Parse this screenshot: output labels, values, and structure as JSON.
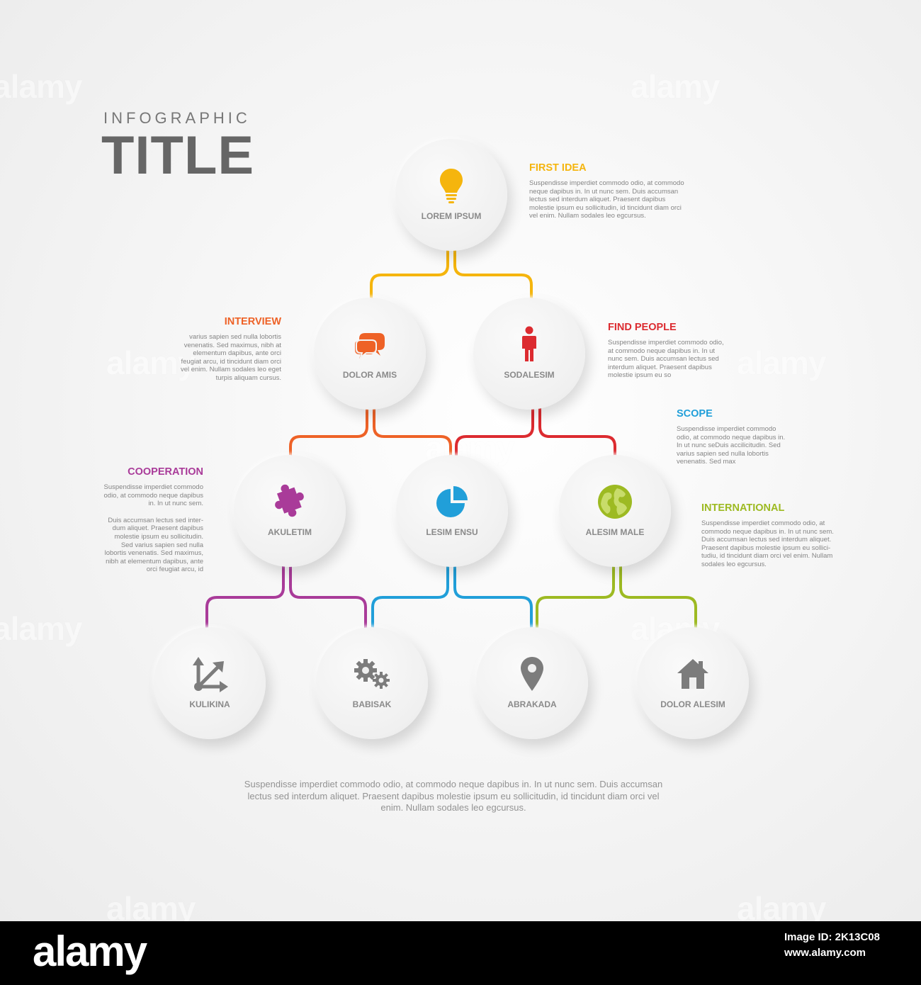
{
  "header": {
    "subtitle": "INFOGRAPHIC",
    "title": "TITLE"
  },
  "colors": {
    "yellow": "#f5b50d",
    "orange": "#ee6227",
    "red": "#dc2b30",
    "magenta": "#a93b99",
    "blue": "#219fd9",
    "green": "#9dba22",
    "gray_icon": "#7c7c7c"
  },
  "nodes": [
    {
      "label": "LOREM IPSUM",
      "icon": "lightbulb-icon"
    },
    {
      "label": "DOLOR AMIS",
      "icon": "chat-bubbles-icon"
    },
    {
      "label": "SODALESIM",
      "icon": "person-icon"
    },
    {
      "label": "AKULETIM",
      "icon": "puzzle-piece-icon"
    },
    {
      "label": "LESIM ENSU",
      "icon": "pie-chart-icon"
    },
    {
      "label": "ALESIM MALE",
      "icon": "globe-icon"
    },
    {
      "label": "KULIKINA",
      "icon": "arrows-diverge-icon"
    },
    {
      "label": "BABISAK",
      "icon": "gears-icon"
    },
    {
      "label": "ABRAKADA",
      "icon": "map-pin-icon"
    },
    {
      "label": "DOLOR ALESIM",
      "icon": "house-icon"
    }
  ],
  "blocks": {
    "first_idea": {
      "heading": "FIRST IDEA",
      "lines": [
        "Suspendisse imperdiet commodo odio, at commodo",
        "neque dapibus in. In ut nunc sem. Duis accumsan",
        "lectus sed interdum aliquet. Praesent dapibus",
        "molestie ipsum eu sollicitudin, id tincidunt diam orci",
        "vel enim. Nullam sodales leo egcursus."
      ]
    },
    "interview": {
      "heading": "INTERVIEW",
      "lines": [
        "varius sapien sed nulla lobortis",
        "venenatis. Sed maximus, nibh at",
        "elementum dapibus, ante orci",
        "feugiat arcu, id tincidunt diam orci",
        "vel enim. Nullam sodales leo eget",
        "turpis aliquam cursus."
      ]
    },
    "find_people": {
      "heading": "FIND PEOPLE",
      "lines": [
        "Suspendisse imperdiet commodo odio,",
        "at commodo neque dapibus in. In ut",
        "nunc sem. Duis accumsan lectus sed",
        "interdum aliquet. Praesent dapibus",
        "molestie ipsum eu so"
      ]
    },
    "scope": {
      "heading": "SCOPE",
      "lines": [
        "Suspendisse imperdiet commodo",
        "odio, at commodo neque dapibus in.",
        "In ut nunc seDuis accilicitudin. Sed",
        "varius sapien sed nulla lobortis",
        "venenatis. Sed max"
      ]
    },
    "cooperation": {
      "heading": "COOPERATION",
      "lines": [
        "Suspendisse imperdiet commodo",
        "odio, at commodo neque dapibus",
        "in. In ut nunc sem."
      ],
      "lines2": [
        "Duis accumsan lectus sed inter-",
        "dum aliquet. Praesent dapibus",
        "molestie ipsum eu sollicitudin.",
        "Sed varius sapien sed nulla",
        "lobortis venenatis. Sed maximus,",
        "nibh at elementum dapibus, ante",
        "orci feugiat arcu, id"
      ]
    },
    "international": {
      "heading": "INTERNATIONAL",
      "lines": [
        "Suspendisse imperdiet commodo odio, at",
        "commodo neque dapibus in. In ut nunc sem.",
        "Duis accumsan lectus sed interdum aliquet.",
        "Praesent dapibus molestie ipsum eu sollici-",
        "tudiu, id tincidunt diam orci vel enim. Nullam",
        "sodales leo egcursus."
      ]
    }
  },
  "footer": {
    "lines": [
      "Suspendisse imperdiet commodo odio, at commodo neque dapibus in. In ut nunc sem. Duis accumsan",
      "lectus sed interdum aliquet. Praesent dapibus molestie ipsum eu sollicitudin, id tincidunt diam orci vel",
      "enim. Nullam sodales leo egcursus."
    ]
  },
  "watermark": {
    "word": "alamy",
    "brand": "alamy",
    "image_id": "Image ID: 2K13C08",
    "site": "www.alamy.com"
  }
}
